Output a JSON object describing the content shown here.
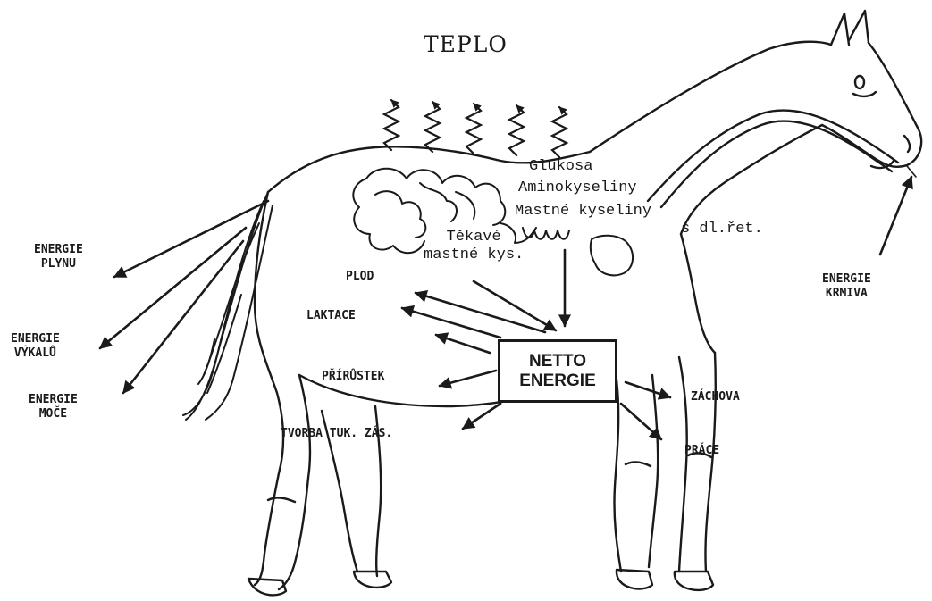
{
  "diagram": {
    "title": "TEPLO",
    "nutrients": {
      "glukosa": "Glukosa",
      "aminokyseliny": "Aminokyseliny",
      "mastne_kyseliny": "Mastné kyseliny",
      "dl_ret": "s dl.řet.",
      "tekave_line1": "Těkavé",
      "tekave_line2": "mastné kys."
    },
    "netto": {
      "line1": "NETTO",
      "line2": "ENERGIE"
    },
    "outputs": {
      "plod": "PLOD",
      "laktace": "LAKTACE",
      "prirustek": "PŘÍRŮSTEK",
      "tvorba": "TVORBA TUK. ZÁS.",
      "zachova": "ZÁCHOVA",
      "prace": "PRÁCE"
    },
    "losses": {
      "plyn_line1": "ENERGIE",
      "plyn_line2": "PLYNU",
      "vykal_line1": "ENERGIE",
      "vykal_line2": "VÝKALŮ",
      "moc_line1": "ENERGIE",
      "moc_line2": "MOČE"
    },
    "input": {
      "line1": "ENERGIE",
      "line2": "KRMIVA"
    }
  }
}
